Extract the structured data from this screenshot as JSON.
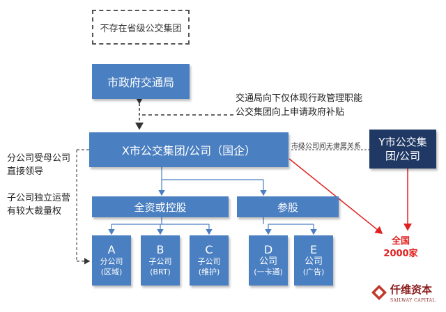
{
  "top_dashed": "不存在省级公交集团",
  "bureau": "市政府交通局",
  "note_right": [
    "交通局向下仅体现行政管理职能",
    "公交集团向上申请政府补贴"
  ],
  "x_group": "X市公交集团/公司（国企）",
  "relation_note": "市级公司间无隶属关系",
  "y_group": [
    "Y市公交集",
    "团/公司"
  ],
  "left_notes": [
    "分公司受母公司",
    "直接领导",
    "子公司独立运营",
    "有较大裁量权"
  ],
  "categories": {
    "full": "全资或控股",
    "partial": "参股"
  },
  "leaves": [
    {
      "letter": "A",
      "line1": "分公司",
      "line2": "(区域)"
    },
    {
      "letter": "B",
      "line1": "子公司",
      "line2": "(BRT)"
    },
    {
      "letter": "C",
      "line1": "子公司",
      "line2": "(维护)"
    },
    {
      "letter": "D",
      "line1": "公司",
      "line2": "(一卡通)"
    },
    {
      "letter": "E",
      "line1": "公司",
      "line2": "(广告)"
    }
  ],
  "national": [
    "全国",
    "2000家"
  ],
  "logo": {
    "name": "仟维资本",
    "en": "SAILWAY CAPITAL"
  },
  "colors": {
    "box": "#4a7fc1",
    "dark_box": "#1f3864",
    "arrow_red": "#e02020"
  }
}
